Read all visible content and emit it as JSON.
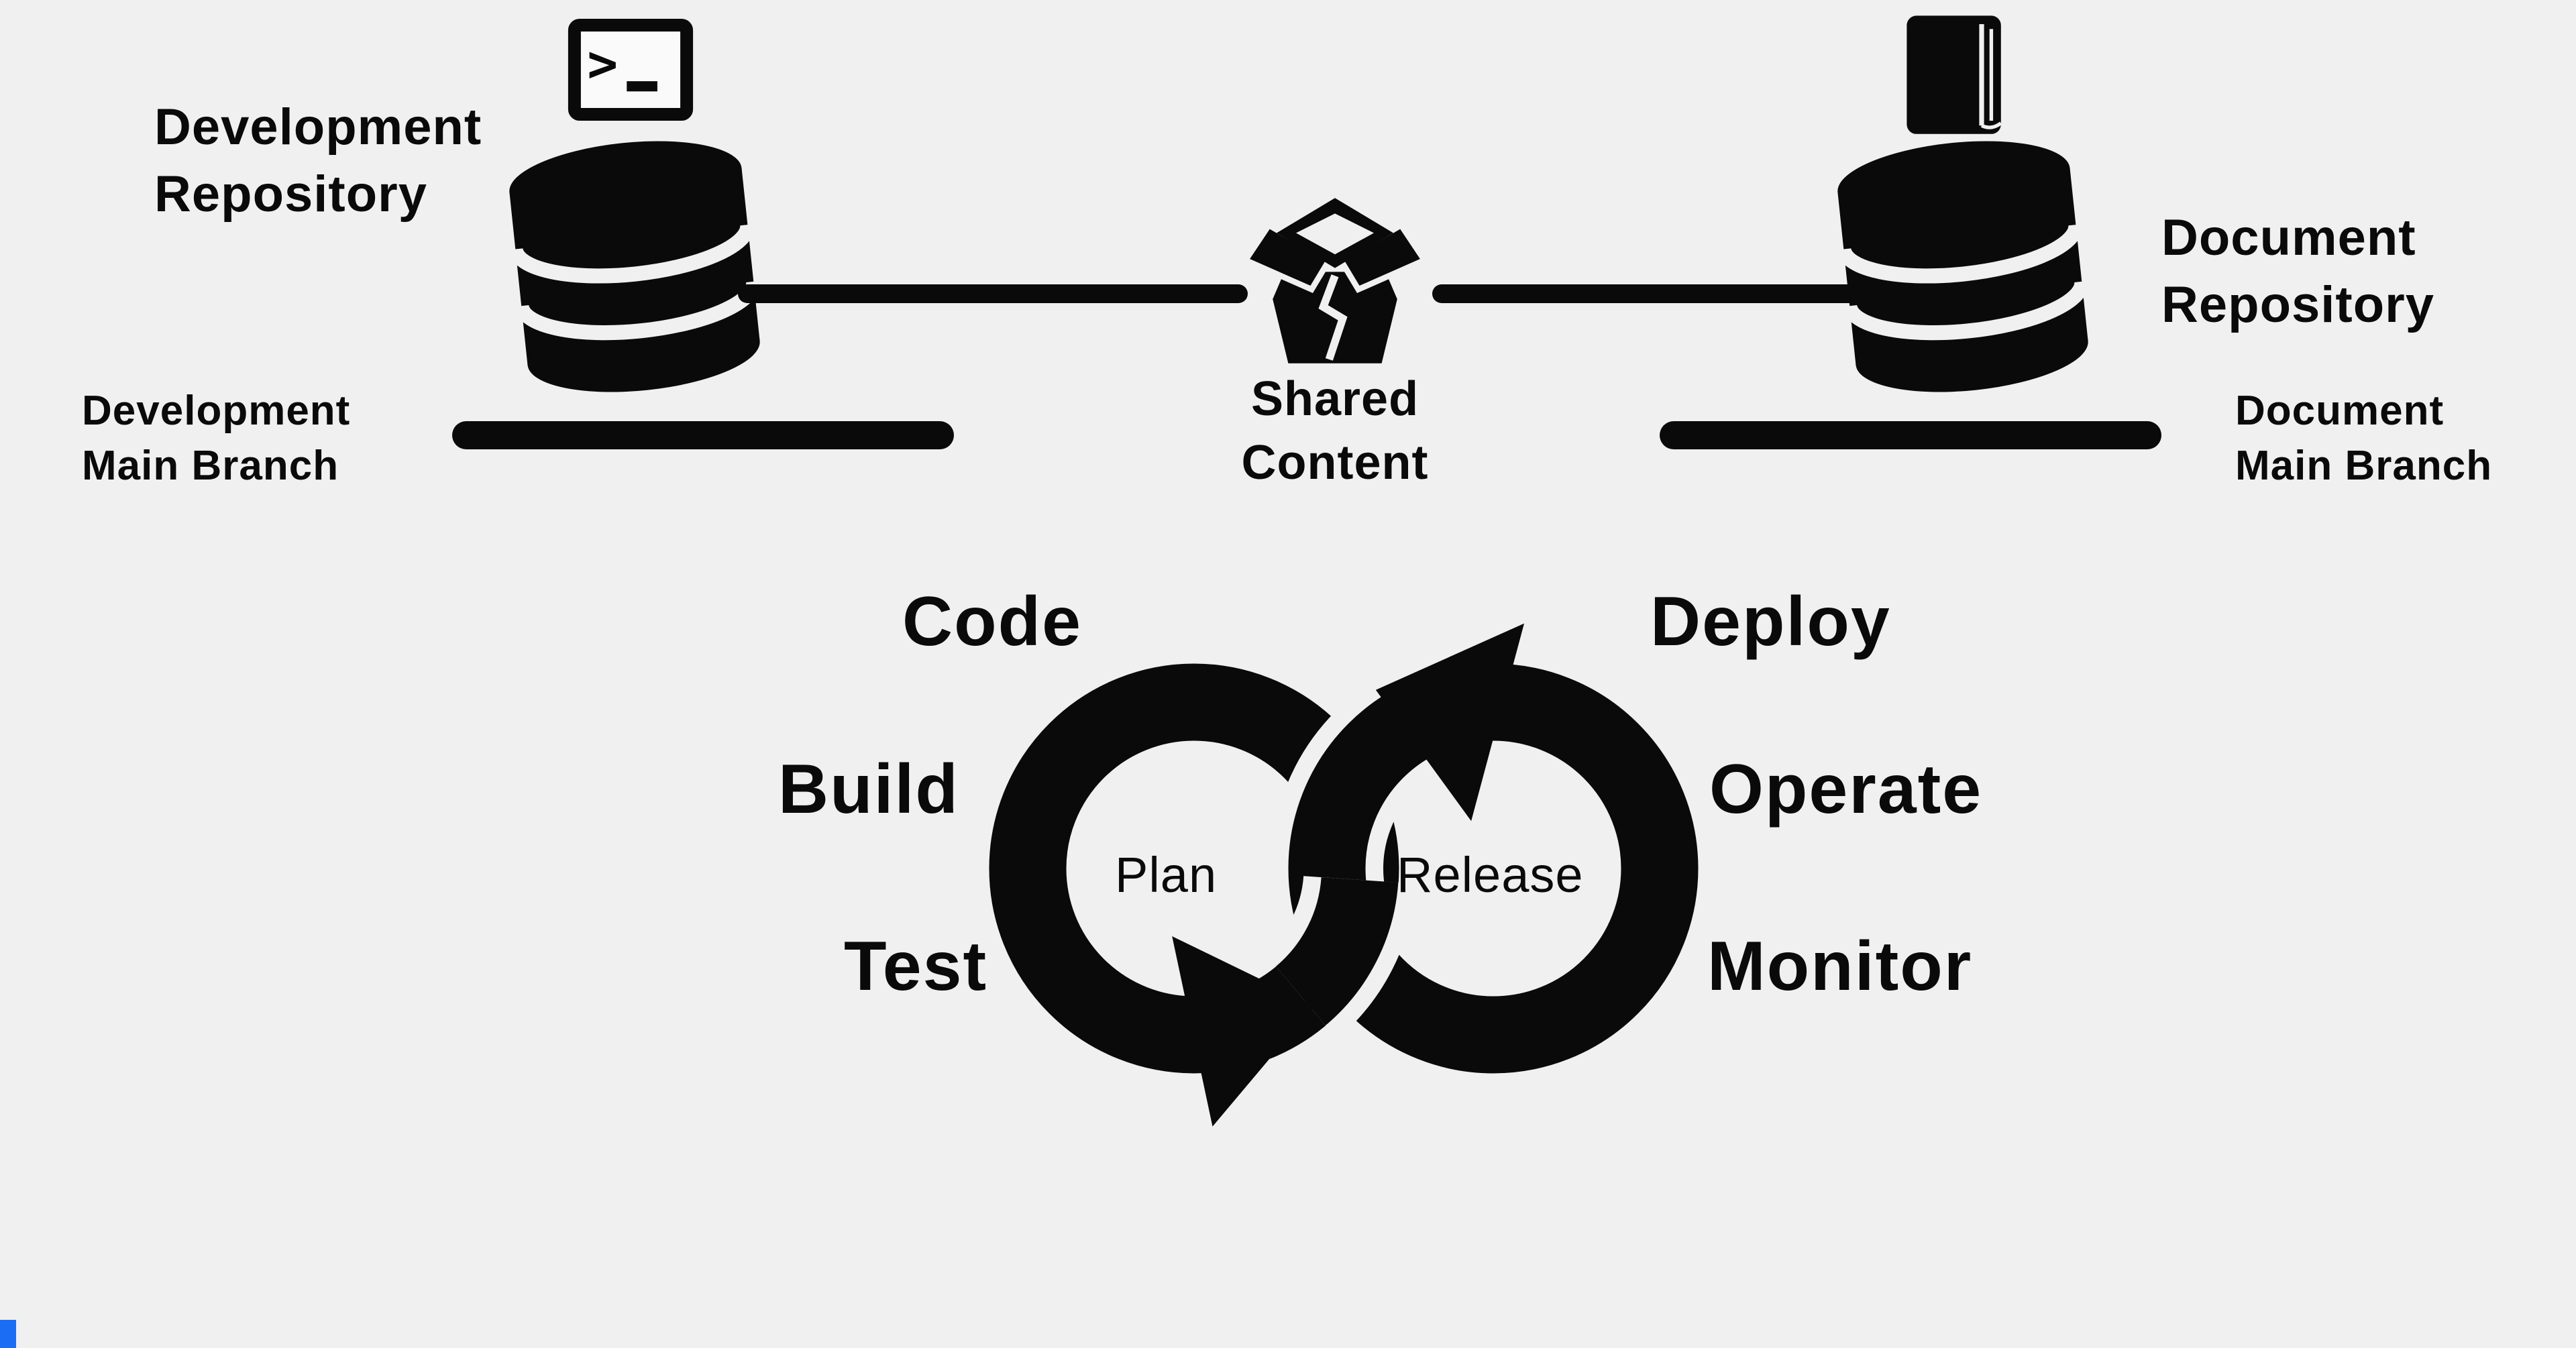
{
  "colors": {
    "background": "#f0f0f0",
    "ink": "#0a0a0a",
    "corner_accent": "#1b6ef3"
  },
  "repo_sync": {
    "development_repository": {
      "label": [
        "Development",
        "Repository"
      ]
    },
    "development_main_branch": {
      "label": [
        "Development",
        "Main Branch"
      ]
    },
    "shared_content": {
      "label": [
        "Shared",
        "Content"
      ]
    },
    "document_repository": {
      "label": [
        "Document",
        "Repository"
      ]
    },
    "document_main_branch": {
      "label": [
        "Document",
        "Main Branch"
      ]
    }
  },
  "devops_loop": {
    "code": "Code",
    "build": "Build",
    "test": "Test",
    "deploy": "Deploy",
    "operate": "Operate",
    "monitor": "Monitor",
    "plan": "Plan",
    "release": "Release"
  },
  "icons": {
    "terminal": "terminal-icon",
    "development_database": "database-icon",
    "document_database": "database-icon",
    "shared_box": "open-package-icon",
    "book": "book-icon",
    "loop": "infinity-loop-icon"
  }
}
